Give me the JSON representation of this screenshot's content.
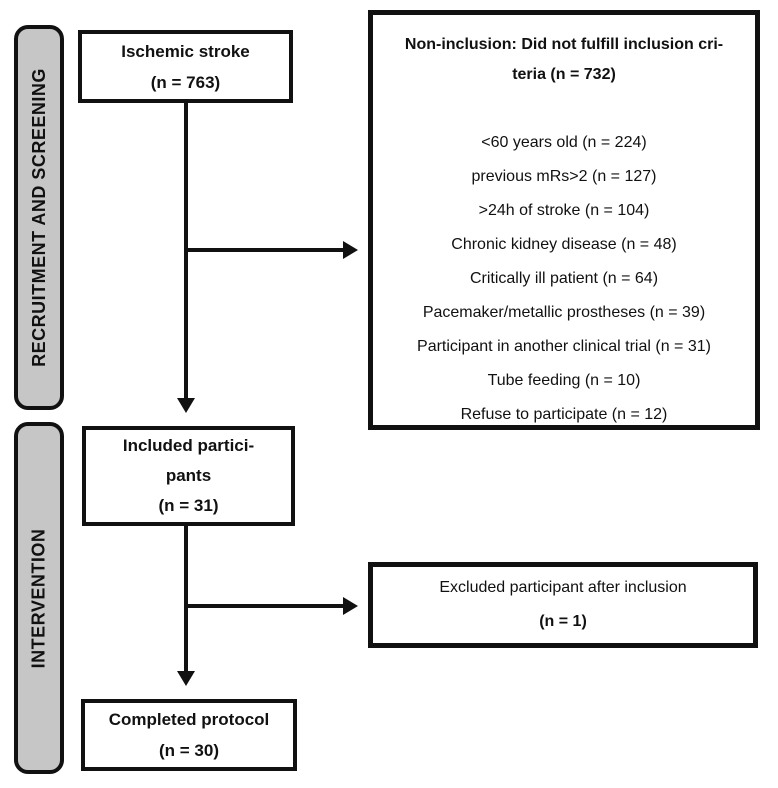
{
  "palette": {
    "sidebar_fill": "#c6c6c6",
    "line_color": "#111111",
    "box_background": "#ffffff",
    "page_background": "#ffffff"
  },
  "stages": {
    "recruitment_label": "RECRUITMENT AND SCREENING",
    "intervention_label": "INTERVENTION"
  },
  "flow": {
    "ischemic_stroke": {
      "title": "Ischemic stroke",
      "count": "(n = 763)"
    },
    "non_inclusion": {
      "title_line1": "Non-inclusion: Did not fulfill inclusion cri-",
      "title_line2": "teria (n = 732)",
      "reasons": [
        "<60 years old (n = 224)",
        "previous mRs>2 (n = 127)",
        ">24h of stroke (n = 104)",
        "Chronic kidney disease (n = 48)",
        "Critically ill patient (n = 64)",
        "Pacemaker/metallic prostheses (n = 39)",
        "Participant in another clinical trial (n = 31)",
        "Tube feeding (n = 10)",
        "Refuse to participate (n = 12)"
      ]
    },
    "included_participants": {
      "title_line1": "Included partici-",
      "title_line2": "pants",
      "count": "(n = 31)"
    },
    "excluded_after_inclusion": {
      "title": "Excluded participant after inclusion",
      "count": "(n = 1)"
    },
    "completed_protocol": {
      "title": "Completed protocol",
      "count": "(n = 30)"
    }
  }
}
